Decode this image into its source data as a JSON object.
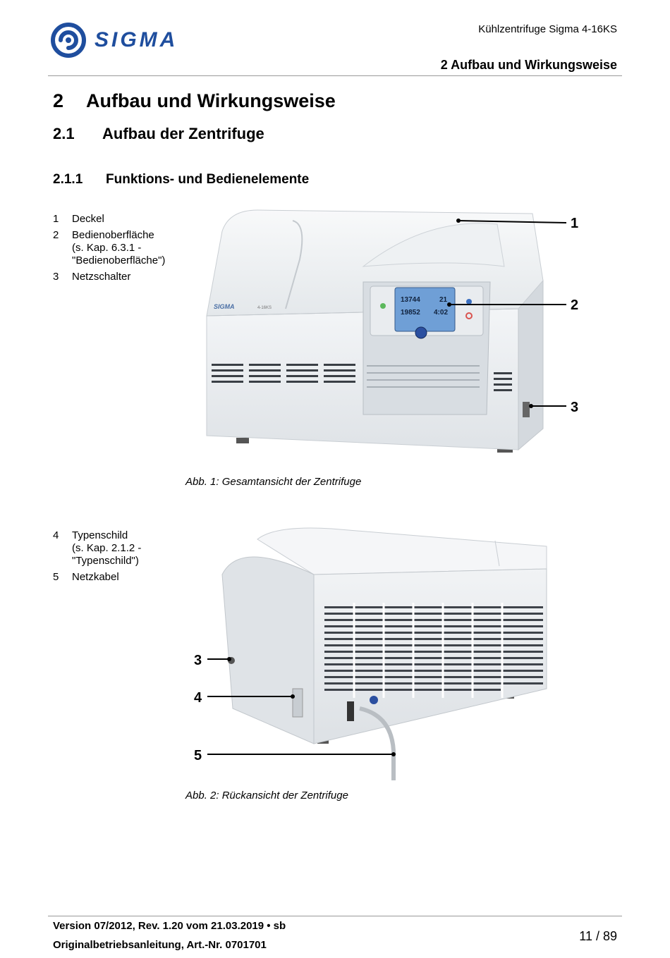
{
  "header": {
    "brand": "SIGMA",
    "document_title": "Kühlzentrifuge Sigma 4-16KS",
    "chapter_title": "2 Aufbau und Wirkungsweise"
  },
  "headings": {
    "h1": {
      "number": "2",
      "text": "Aufbau und Wirkungsweise"
    },
    "h2": {
      "number": "2.1",
      "text": "Aufbau der Zentrifuge"
    },
    "h3": {
      "number": "2.1.1",
      "text": "Funktions- und Bedienelemente"
    }
  },
  "legend_front": [
    {
      "n": "1",
      "text": "Deckel"
    },
    {
      "n": "2",
      "text": "Bedienoberfläche\n(s. Kap. 6.3.1 -\n\"Bedienoberfläche\")"
    },
    {
      "n": "3",
      "text": "Netzschalter"
    }
  ],
  "legend_rear": [
    {
      "n": "4",
      "text": "Typenschild\n(s. Kap. 2.1.2 -\n\"Typenschild\")"
    },
    {
      "n": "5",
      "text": "Netzkabel"
    }
  ],
  "figure1": {
    "caption": "Abb. 1: Gesamtansicht der Zentrifuge",
    "callouts": [
      "1",
      "2",
      "3"
    ],
    "device_brand": "SIGMA",
    "device_model": "4-16KS",
    "display": {
      "speed": "13744",
      "temp": "21",
      "rcf": "19852",
      "time": "4:02"
    }
  },
  "figure2": {
    "caption": "Abb. 2: Rückansicht der Zentrifuge",
    "callouts": [
      "3",
      "4",
      "5"
    ]
  },
  "footer": {
    "version": "Version 07/2012, Rev. 1.20 vom 21.03.2019 • sb",
    "article": "Originalbetriebsanleitung, Art.-Nr. 0701701",
    "page": "11 / 89"
  },
  "colors": {
    "brand_blue": "#1f4e9e",
    "device_body": "#e9ecef",
    "display_blue": "#6f9fd6"
  }
}
